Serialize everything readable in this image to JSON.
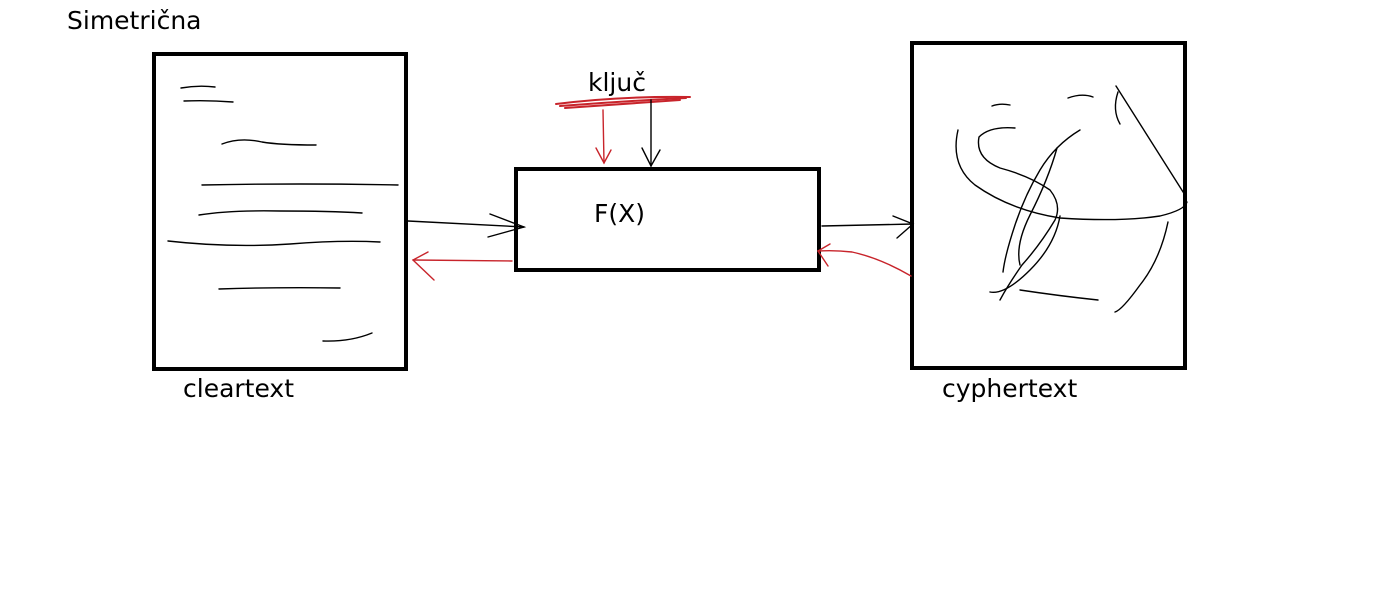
{
  "diagram": {
    "title": "Simetrična",
    "key_label": "ključ",
    "function_label": "F(X)",
    "cleartext_label": "cleartext",
    "cyphertext_label": "cyphertext"
  },
  "colors": {
    "ink": "#000000",
    "reverse_arrow": "#c8242b",
    "background": "#ffffff"
  }
}
